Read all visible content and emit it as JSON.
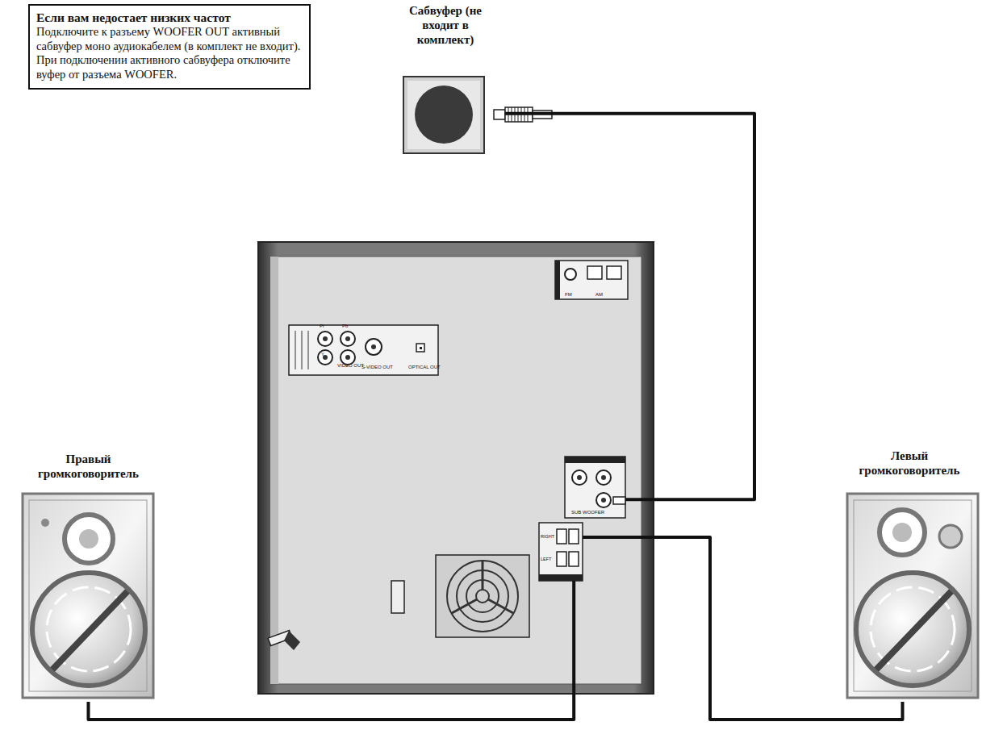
{
  "diagram": {
    "nodes": [
      {
        "text": [
          "Если вам недостает низких частот",
          "Подключите к разъему WOOFER OUT активный сабвуфер моно аудиокабелем (в комплект не входит). При подключении активного сабвуфера отключите вуфер от разъема WOOFER."
        ]
      },
      {
        "text": [
          "Сабвуфер (не входит в комплект)"
        ]
      },
      {
        "text": [
          "Правый громкоговоритель"
        ]
      },
      {
        "text": [
          "Pr",
          "Pb",
          "Y",
          "VIDEO OUT",
          "S-VIDEO OUT",
          "OPTICAL OUT",
          "FM",
          "AM"
        ]
      },
      {
        "text": [
          "SUB WOOFER"
        ],
        "in": 3
      },
      {
        "text": [
          "RIGHT",
          "LEFT"
        ],
        "in": 3
      },
      {
        "text": [
          "Левый громкоговоритель"
        ]
      }
    ],
    "edges": [
      {
        "from": 1,
        "to": 4,
        "arrow": "none"
      },
      {
        "from": 2,
        "to": 5,
        "arrow": "none"
      },
      {
        "from": 6,
        "to": 5,
        "arrow": "none"
      }
    ]
  }
}
